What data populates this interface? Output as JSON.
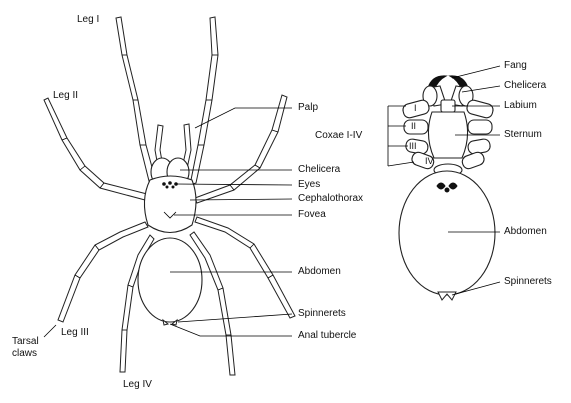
{
  "dorsal_labels": {
    "leg1": "Leg I",
    "leg2": "Leg II",
    "leg3": "Leg III",
    "leg4": "Leg IV",
    "tarsal_claws": "Tarsal\nclaws",
    "palp": "Palp",
    "chelicera": "Chelicera",
    "eyes": "Eyes",
    "cephalothorax": "Cephalothorax",
    "fovea": "Fovea",
    "abdomen": "Abdomen",
    "spinnerets": "Spinnerets",
    "anal_tubercle": "Anal tubercle"
  },
  "ventral_labels": {
    "fang": "Fang",
    "chelicera": "Chelicera",
    "labium": "Labium",
    "sternum": "Sternum",
    "coxae": "Coxae I-IV",
    "coxa1": "I",
    "coxa2": "II",
    "coxa3": "III",
    "coxa4": "IV",
    "abdomen": "Abdomen",
    "spinnerets": "Spinnerets"
  }
}
